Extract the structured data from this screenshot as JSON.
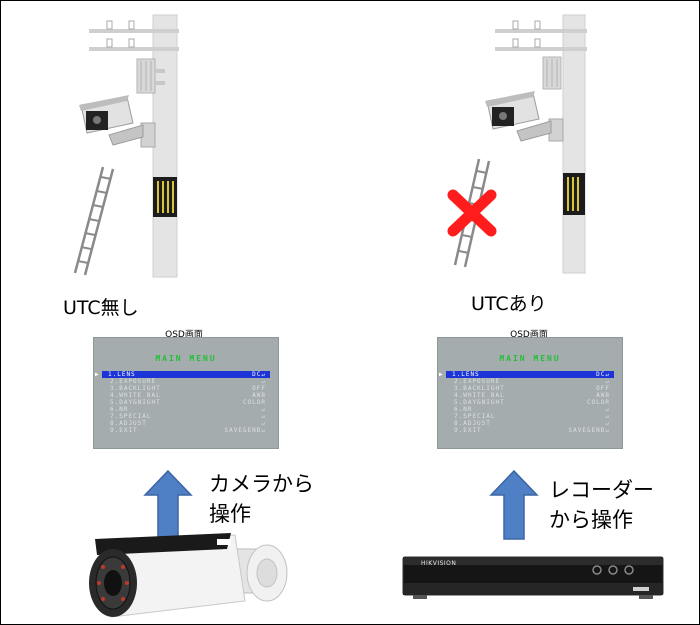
{
  "left": {
    "caption": "UTC無し",
    "osd_title": "OSD画面",
    "method": [
      "カメラから",
      "操作"
    ]
  },
  "right": {
    "caption": "UTCあり",
    "osd_title": "OSD画面",
    "method": [
      "レコーダー",
      "から操作"
    ]
  },
  "osd": {
    "heading": "MAIN MENU",
    "pointer": "▶",
    "items": [
      {
        "label": "1.LENS",
        "value": "DC↵"
      },
      {
        "label": "2.EXPOSURE",
        "value": "↵"
      },
      {
        "label": "3.BACKLIGHT",
        "value": "OFF"
      },
      {
        "label": "4.WHITE BAL",
        "value": "AWB"
      },
      {
        "label": "5.DAY&NIGHT",
        "value": "COLOR"
      },
      {
        "label": "6.NR",
        "value": "↵"
      },
      {
        "label": "7.SPECIAL",
        "value": "↵"
      },
      {
        "label": "8.ADJUST",
        "value": "↵"
      },
      {
        "label": "9.EXIT",
        "value": "SAVE&END↵"
      }
    ]
  },
  "recorder_brand": "HIKVISION",
  "colors": {
    "arrow": "#4f7fc4",
    "cross": "#ff1c1c",
    "pole": "#e4e4e4",
    "pole_band": "#1c1c1c",
    "pole_band_stripe": "#d8c53a",
    "osd_bg": "#a4acae",
    "osd_highlight": "#1d35d6",
    "osd_heading": "#22c036"
  }
}
